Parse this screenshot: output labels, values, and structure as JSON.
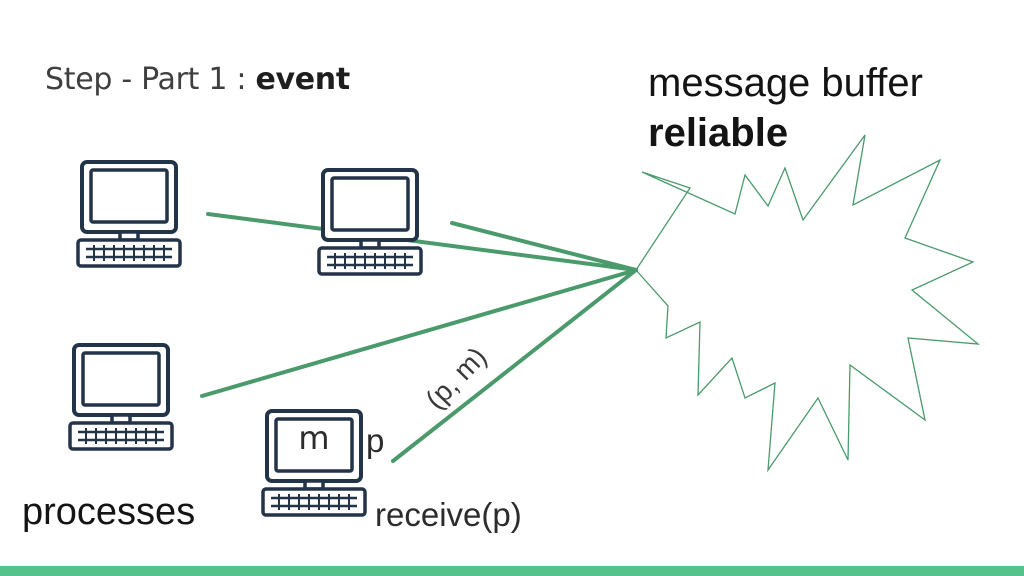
{
  "slide": {
    "heading_prefix": "Step - Part 1 : ",
    "heading_bold": "event",
    "buffer_line1": "message buffer",
    "buffer_line2": "reliable",
    "processes_label": "processes",
    "message_label": "m",
    "sender_label": "p",
    "edge_label": "(p, m)",
    "receive_label": "receive(p)"
  },
  "colors": {
    "accent_green": "#4a9a6c",
    "bar_green": "#56c28b",
    "computer_navy": "#243448"
  },
  "icons": [
    "computer-icon",
    "starburst-shape"
  ]
}
